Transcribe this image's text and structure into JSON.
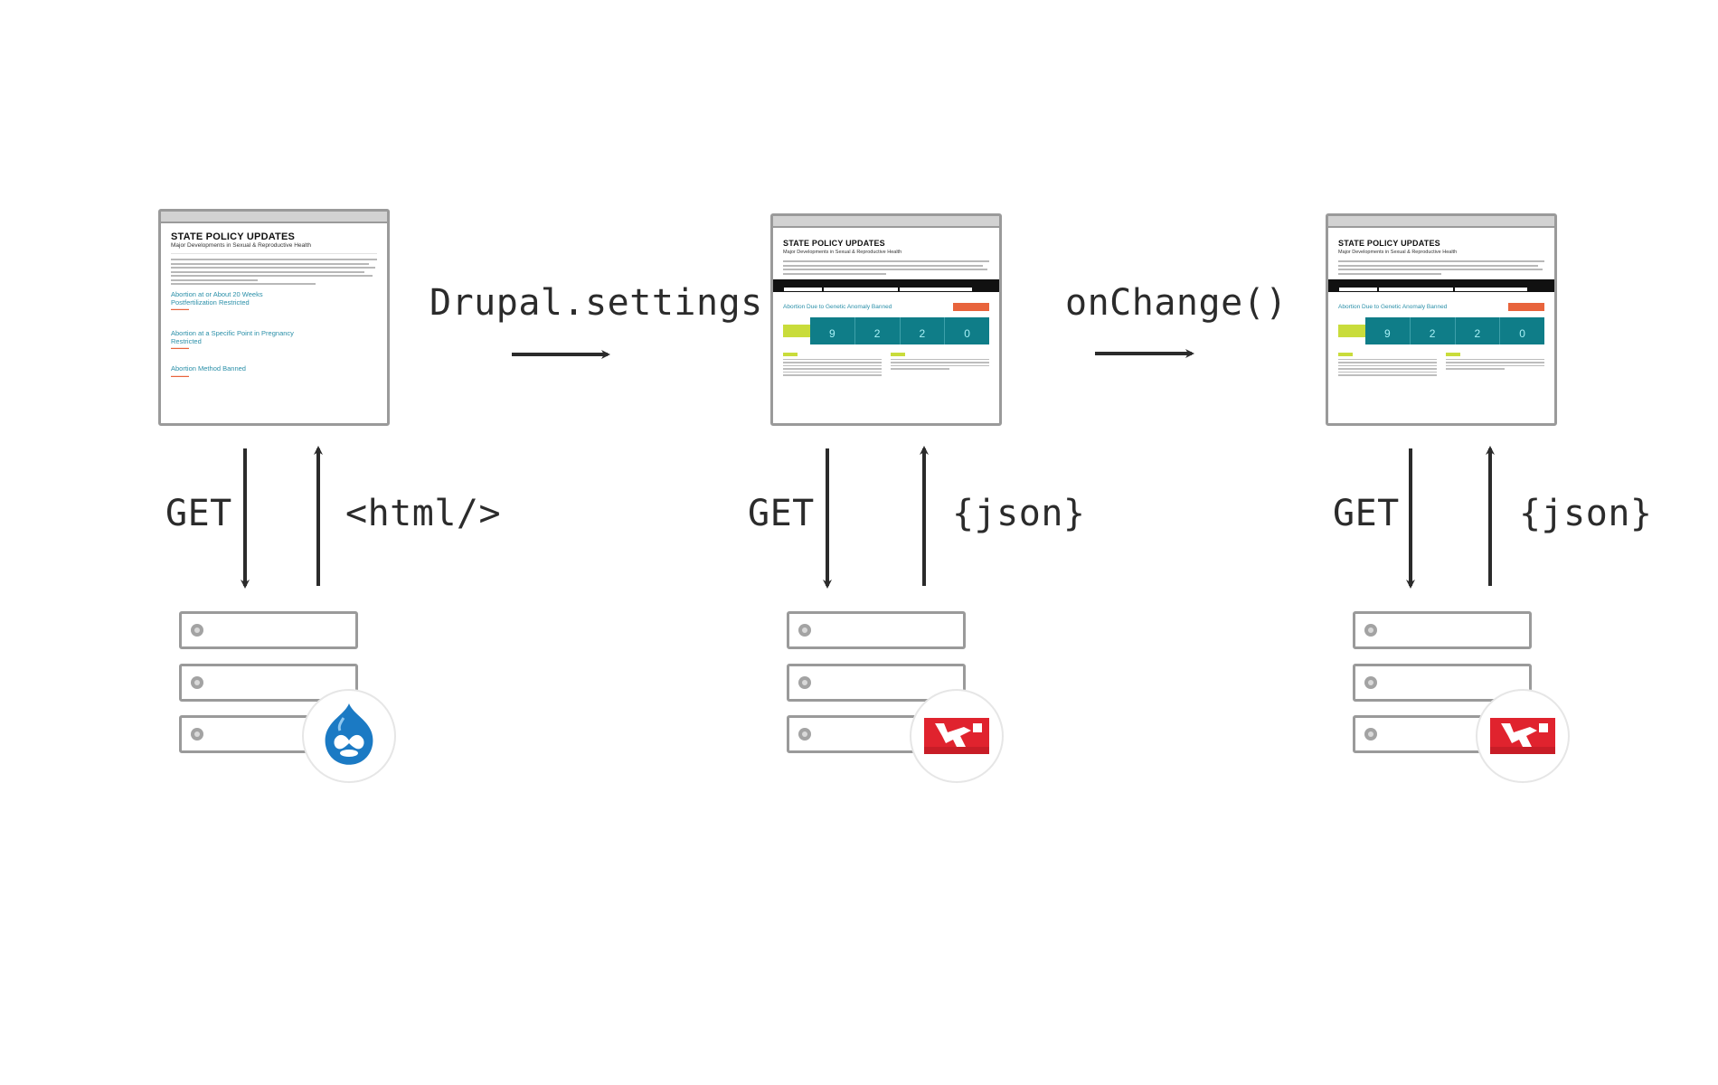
{
  "labels": {
    "drupal_settings": "Drupal.settings",
    "on_change": "onChange()",
    "get_1": "GET",
    "get_2": "GET",
    "get_3": "GET",
    "html_response": "<html/>",
    "json_response_1": "{json}",
    "json_response_2": "{json}"
  },
  "thumbnail": {
    "title": "STATE POLICY UPDATES",
    "subtitle": "Major Developments in Sexual & Reproductive Health",
    "links": [
      "Abortion at or About 20 Weeks Postfertilization Restricted",
      "Abortion at a Specific Point in Pregnancy Restricted",
      "Abortion Method Banned"
    ],
    "dashboard_title": "Abortion Due to Genetic Anomaly Banned",
    "dashboard_counts": [
      "9",
      "2",
      "2",
      "0"
    ]
  },
  "icons": {
    "server_1_badge": "drupal-icon",
    "server_2_badge": "red-logo-icon",
    "server_3_badge": "red-logo-icon"
  },
  "colors": {
    "arrow": "#2b2b2b",
    "frame": "#9a9a9a",
    "teal": "#0f7d88",
    "link": "#2a8fa8",
    "orange": "#e8643c",
    "lime": "#c9dc3b",
    "drupal_blue": "#1b7ac4",
    "logo_red": "#e0232e"
  }
}
